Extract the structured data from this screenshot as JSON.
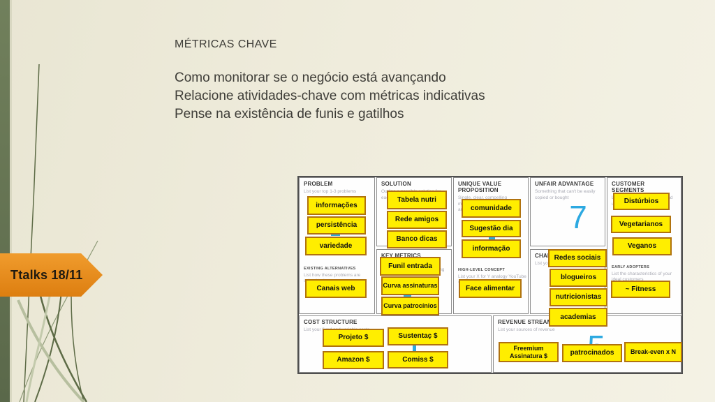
{
  "slide": {
    "title": "MÉTRICAS CHAVE",
    "body_lines": [
      "Como monitorar se o negócio está avançando",
      "Relacione atividades-chave com métricas indicativas",
      "Pense na existência de funis e gatilhos"
    ],
    "banner": {
      "label": "Ttalks 18/11"
    }
  },
  "colors": {
    "banner_orange": "#E8891B",
    "left_bar_olive": "#6D7A55",
    "note_fill": "#FFEE00",
    "note_border": "#B0720F",
    "accent_blue": "#2DA9E1"
  },
  "canvas": {
    "blocks": {
      "problem": {
        "header": "PROBLEM",
        "subtext": "List your top 1-3 problems",
        "notes": [
          "informações",
          "persistência",
          "variedade"
        ],
        "existing_alternatives": {
          "header": "EXISTING ALTERNATIVES",
          "subtext": "List how these problems are solved today",
          "notes": [
            "Canais web"
          ]
        }
      },
      "solution": {
        "header": "SOLUTION",
        "subtext": "Outline a possible solution for each problem",
        "notes": [
          "Tabela nutri",
          "Rede amigos",
          "Banco dicas"
        ]
      },
      "key_metrics": {
        "header": "KEY METRICS",
        "subtext": "List the key numbers that tell you how your business is doing",
        "notes": [
          "Funil entrada",
          "Curva assinaturas",
          "Curva patrocínios"
        ]
      },
      "uvp": {
        "header": "UNIQUE VALUE PROPOSITION",
        "subtext": "Single, clear, compelling message that states why you are different and worth buying",
        "notes": [
          "comunidade",
          "Sugestão dia",
          "informação"
        ],
        "high_level_concept": {
          "header": "HIGH-LEVEL CONCEPT",
          "subtext": "List your X for Y analogy YouTube = Flickr for videos",
          "notes": [
            "Face alimentar"
          ]
        }
      },
      "unfair_advantage": {
        "header": "UNFAIR ADVANTAGE",
        "subtext": "Something that can't be easily copied or bought",
        "number": "7"
      },
      "channels": {
        "header": "CHANNELS",
        "subtext": "List your path to customers",
        "notes": [
          "Redes sociais",
          "blogueiros",
          "nutricionistas",
          "academias"
        ]
      },
      "customer_segments": {
        "header": "CUSTOMER SEGMENTS",
        "subtext": "List your target customers and users",
        "notes": [
          "Distúrbios",
          "Vegetarianos",
          "Veganos"
        ],
        "early_adopters": {
          "header": "EARLY ADOPTERS",
          "subtext": "List the characteristics of your ideal customers",
          "notes": [
            "~ Fitness"
          ]
        }
      },
      "cost_structure": {
        "header": "COST STRUCTURE",
        "subtext": "List your fixed and variable costs",
        "notes": [
          "Projeto $",
          "Amazon $",
          "Sustentaç $",
          "Comiss $"
        ]
      },
      "revenue_streams": {
        "header": "REVENUE STREAMS",
        "subtext": "List your sources of revenue",
        "number": "5",
        "notes": [
          "Freemium Assinatura $",
          "patrocinados",
          "Break-even x N"
        ]
      }
    }
  }
}
